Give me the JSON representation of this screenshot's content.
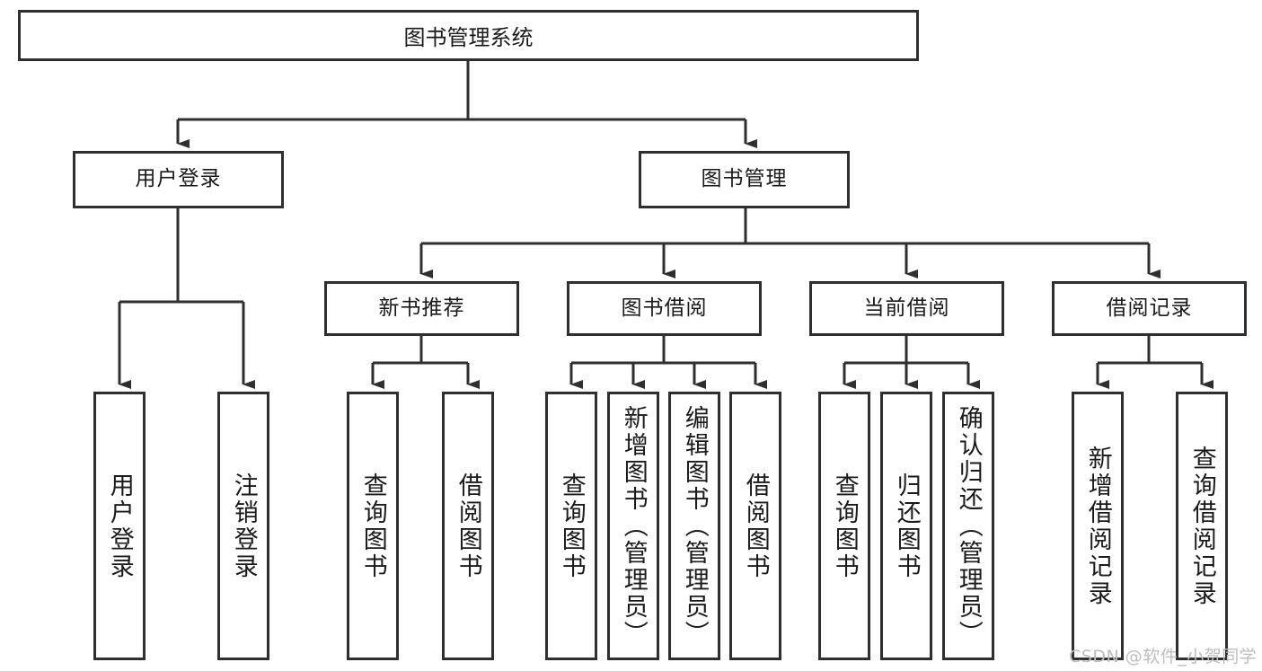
{
  "diagram": {
    "type": "hierarchy-tree",
    "root": {
      "label": "图书管理系统"
    },
    "level2": [
      {
        "label": "用户登录"
      },
      {
        "label": "图书管理"
      }
    ],
    "level3": [
      {
        "label": "新书推荐"
      },
      {
        "label": "图书借阅"
      },
      {
        "label": "当前借阅"
      },
      {
        "label": "借阅记录"
      }
    ],
    "leaves_user_login": [
      {
        "label": "用户登录"
      },
      {
        "label": "注销登录"
      }
    ],
    "leaves_new_book": [
      {
        "label": "查询图书"
      },
      {
        "label": "借阅图书"
      }
    ],
    "leaves_borrow": [
      {
        "label": "查询图书"
      },
      {
        "label": "新增图书（管理员）"
      },
      {
        "label": "编辑图书（管理员）"
      },
      {
        "label": "借阅图书"
      }
    ],
    "leaves_current": [
      {
        "label": "查询图书"
      },
      {
        "label": "归还图书"
      },
      {
        "label": "确认归还（管理员）"
      }
    ],
    "leaves_record": [
      {
        "label": "新增借阅记录"
      },
      {
        "label": "查询借阅记录"
      }
    ]
  },
  "watermark": {
    "text": "CSDN @软件_小贺同学"
  },
  "colors": {
    "stroke": "#2f2f2f",
    "background": "#ffffff",
    "text": "#1a1a1a",
    "watermark": "#bdbdbd"
  }
}
